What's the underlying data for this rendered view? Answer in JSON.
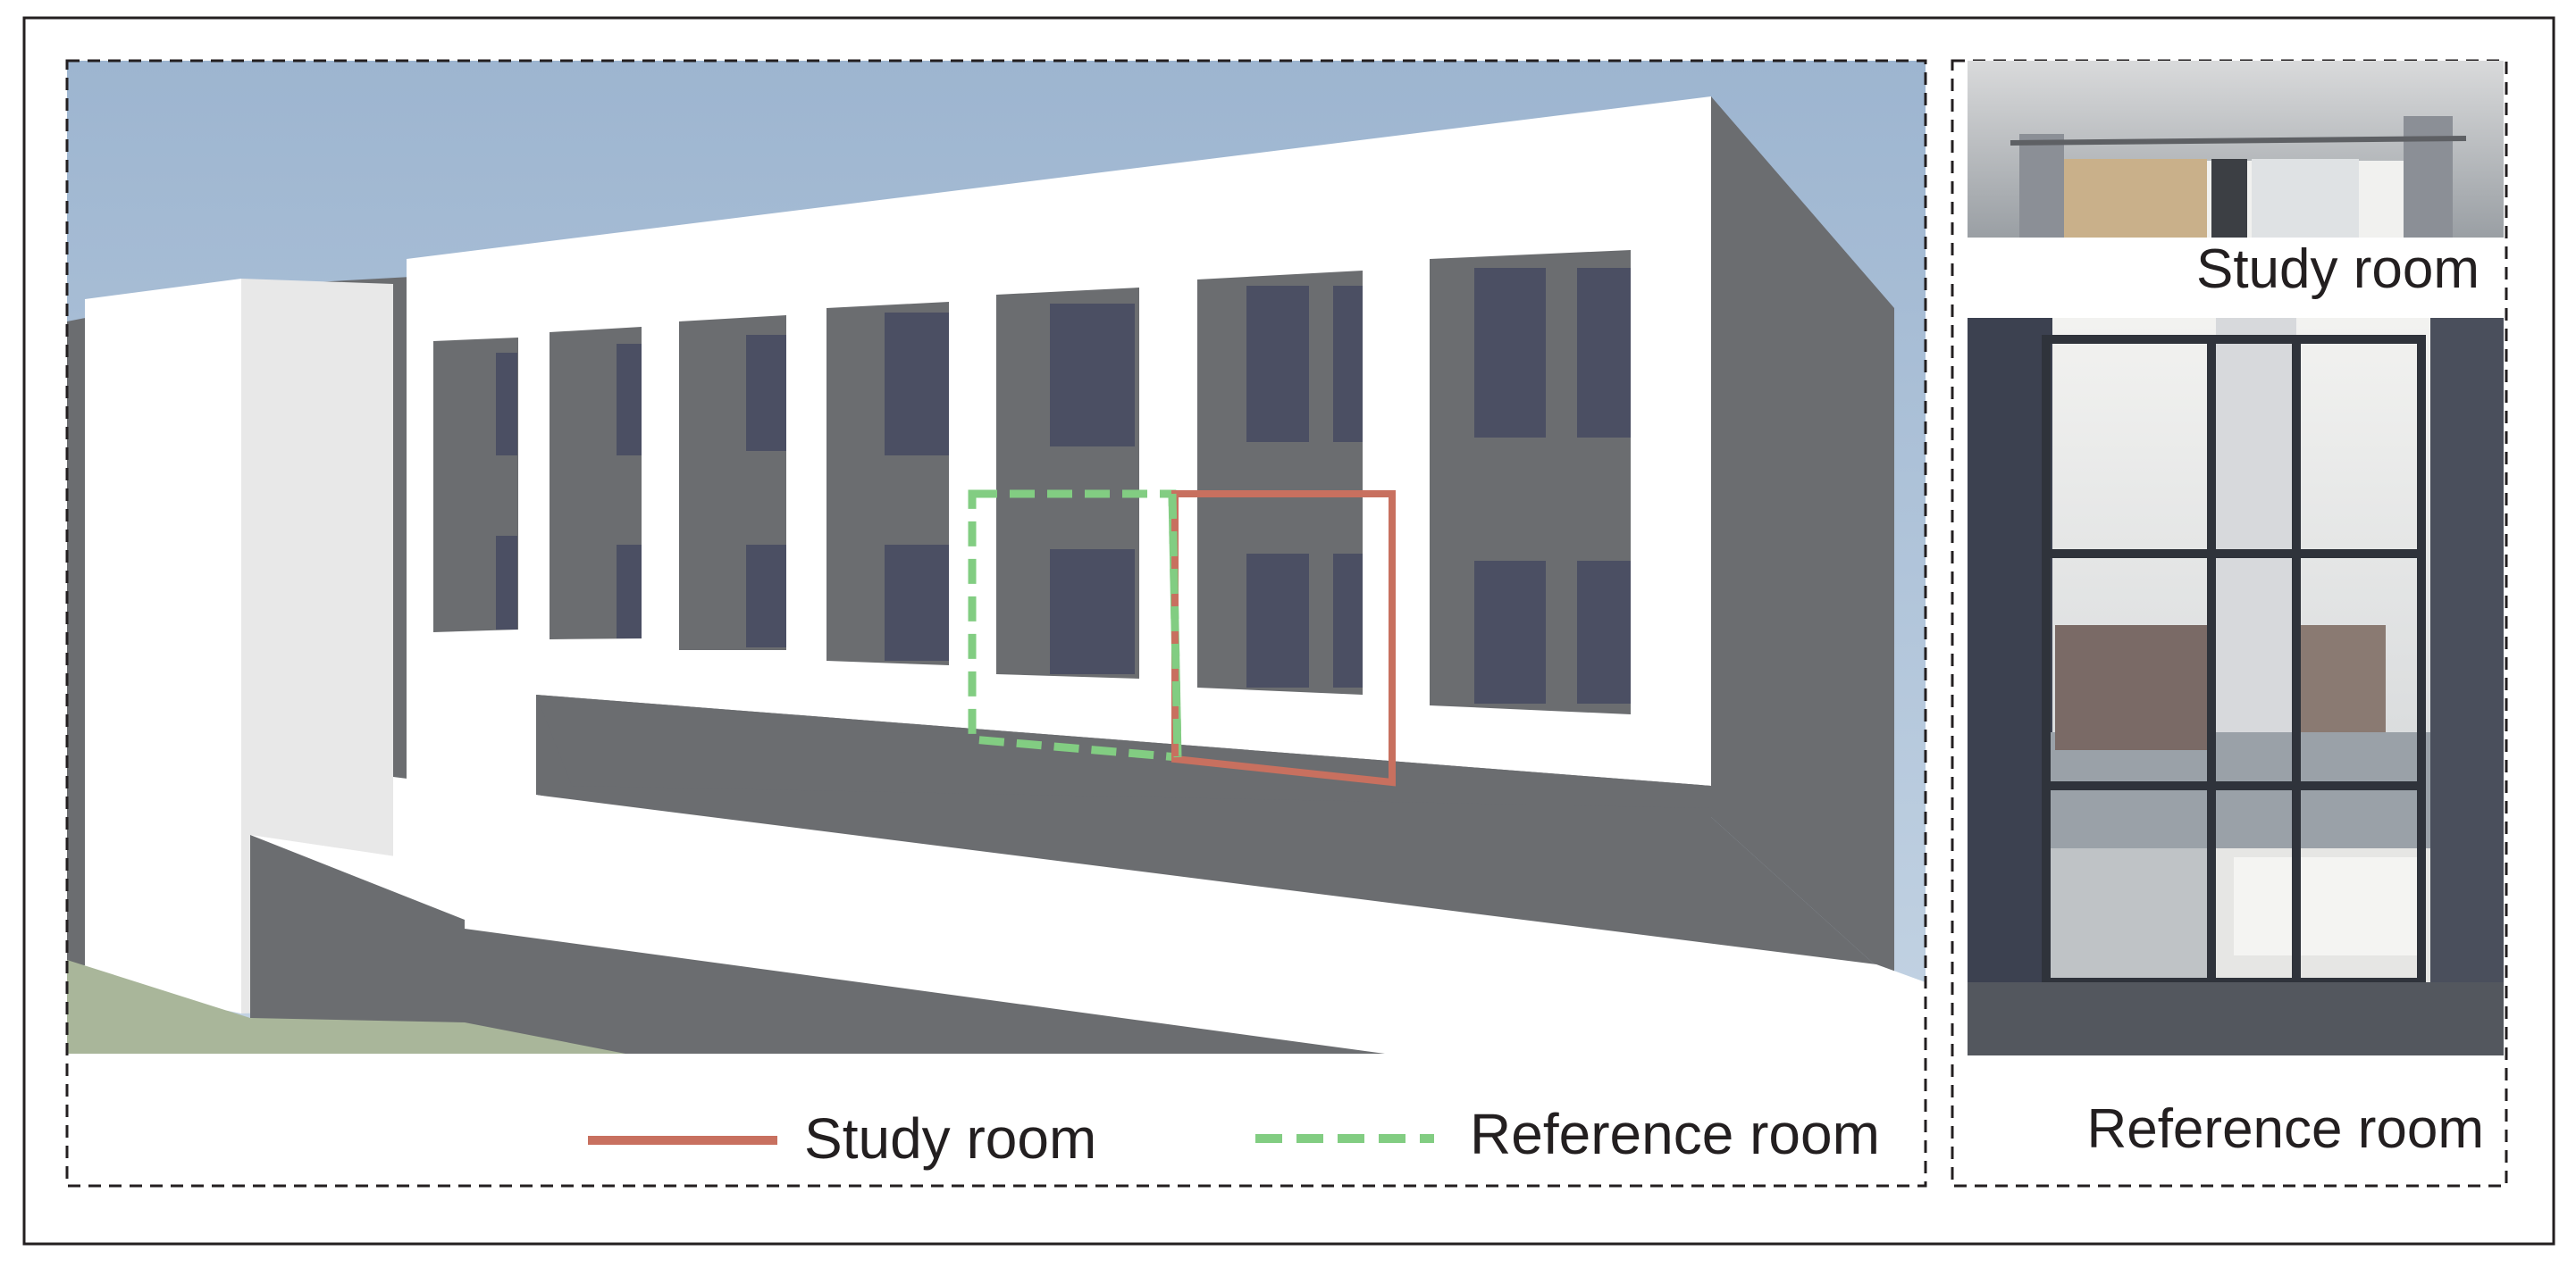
{
  "figure": {
    "legend": [
      {
        "label": "Study room",
        "line_style": "solid",
        "color": "#c8705f"
      },
      {
        "label": "Reference room",
        "line_style": "dashed",
        "color": "#82cd82"
      }
    ],
    "photo_panels": [
      {
        "caption": "Study room"
      },
      {
        "caption": "Reference room"
      }
    ]
  },
  "colors": {
    "sky": "#a9bfd6",
    "facade_white": "#ffffff",
    "shadow_gray": "#6b6d70",
    "window_glass": "#4b4f63",
    "ground_green": "#a9b69a",
    "frame": "#231f20"
  }
}
